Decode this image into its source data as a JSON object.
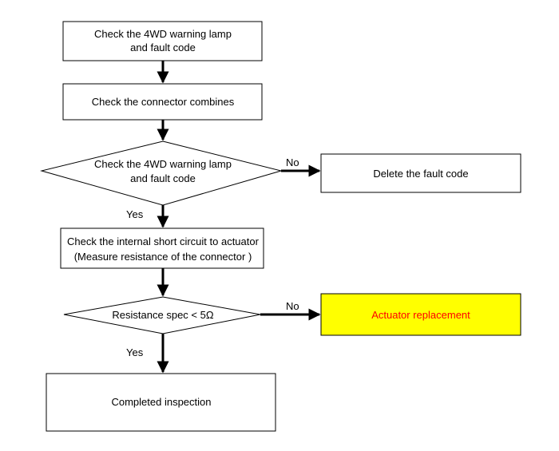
{
  "nodes": {
    "step1": {
      "lines": [
        "Check the 4WD warning lamp",
        "and fault code"
      ]
    },
    "step2": {
      "lines": [
        "Check the connector combines"
      ]
    },
    "decision1": {
      "lines": [
        "Check the 4WD warning lamp",
        "and fault code"
      ]
    },
    "delete_code": {
      "lines": [
        "Delete the fault code"
      ]
    },
    "step3": {
      "lines": [
        "Check the internal short circuit to actuator",
        "(Measure resistance of the connector )"
      ]
    },
    "decision2": {
      "lines": [
        "Resistance spec < 5Ω"
      ]
    },
    "replacement": {
      "lines": [
        "Actuator replacement"
      ]
    },
    "complete": {
      "lines": [
        "Completed inspection"
      ]
    }
  },
  "edges": {
    "d1_no": "No",
    "d1_yes": "Yes",
    "d2_no": "No",
    "d2_yes": "Yes"
  },
  "colors": {
    "highlight_fill": "#ffff00",
    "highlight_text": "#ff0000",
    "stroke": "#000000"
  }
}
